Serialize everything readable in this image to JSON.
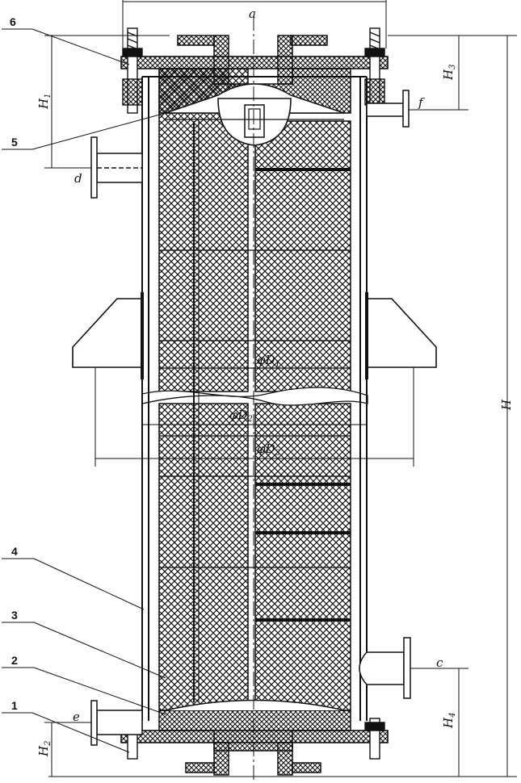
{
  "diagram": {
    "part_numbers": [
      "1",
      "2",
      "3",
      "4",
      "5",
      "6"
    ],
    "dimension_labels": {
      "a": "a",
      "H": "H",
      "H1": "H",
      "H1_sub": "1",
      "H2": "H",
      "H2_sub": "2",
      "H3": "H",
      "H3_sub": "3",
      "H4": "H",
      "H4_sub": "4",
      "D1": "φD",
      "D1_sub": "1",
      "D2": "φD",
      "D2_sub": "2",
      "D3": "φD",
      "D3_sub": "3"
    },
    "nozzle_labels": {
      "c": "c",
      "d": "d",
      "e": "e",
      "f": "f"
    },
    "colors": {
      "ink": "#111111",
      "hatch": "#111111",
      "paper": "#ffffff"
    }
  }
}
